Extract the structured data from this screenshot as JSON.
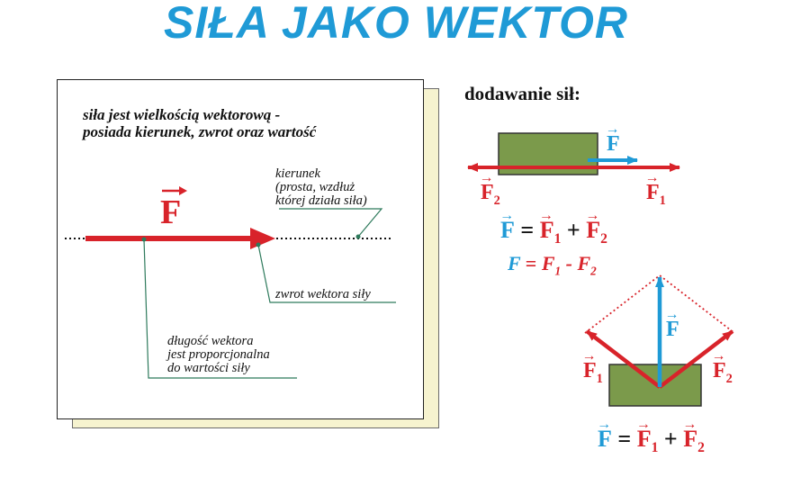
{
  "title": "SIŁA JAKO WEKTOR",
  "card": {
    "line1": "siła jest wielkością wektorową -",
    "line2": "posiada kierunek, zwrot oraz wartość",
    "force_label": "F",
    "note_kierunek": [
      "kierunek",
      "(prosta, wzdłuż",
      "której działa siła)"
    ],
    "note_zwrot": "zwrot wektora siły",
    "note_dlugosc": [
      "długość wektora",
      "jest proporcjonalna",
      "do wartości siły"
    ]
  },
  "addition": {
    "heading": "dodawanie sił:",
    "label_F": "F",
    "label_F1": "F",
    "label_F1_sub": "1",
    "label_F2": "F",
    "label_F2_sub": "2",
    "eq1": {
      "lhs": "F",
      "eq": "=",
      "t1": "F",
      "t1_sub": "1",
      "plus": "+",
      "t2": "F",
      "t2_sub": "2"
    },
    "eq2": {
      "lhs": "F",
      "eq": "=",
      "t1": "F",
      "t1_sub": "1",
      "minus": "-",
      "t2": "F",
      "t2_sub": "2"
    },
    "eq3": {
      "lhs": "F",
      "eq": "=",
      "t1": "F",
      "t1_sub": "1",
      "plus": "+",
      "t2": "F",
      "t2_sub": "2"
    }
  },
  "colors": {
    "blue": "#1f9ad6",
    "red": "#d8232a",
    "green_box": "#7b9a4b",
    "leader_line": "#2e7a5c"
  }
}
